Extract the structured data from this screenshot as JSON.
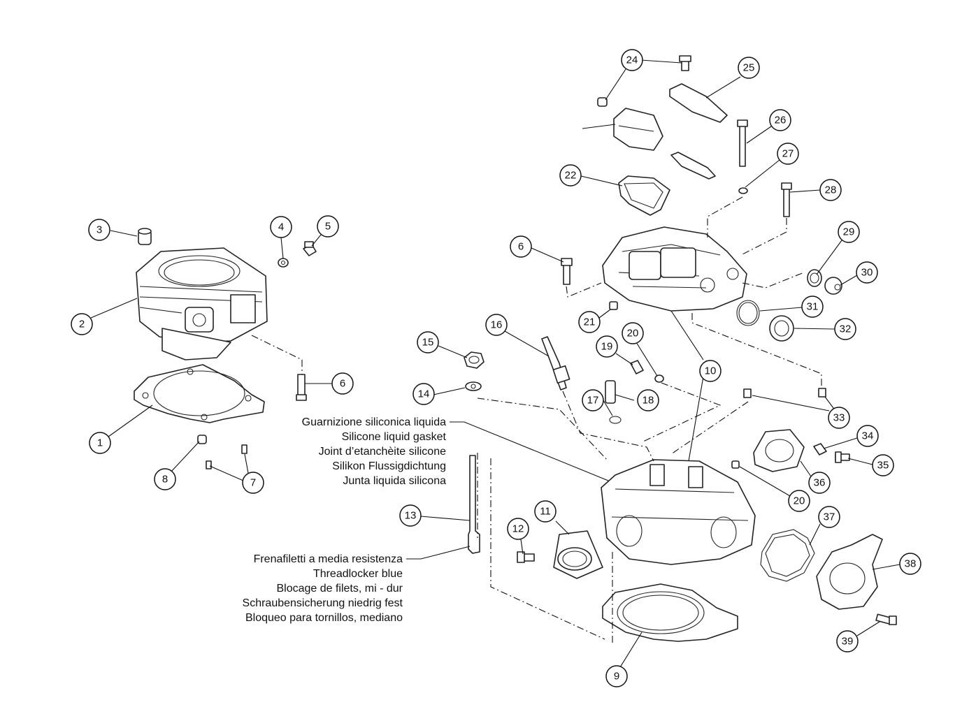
{
  "notes": {
    "silicone": [
      "Guarnizione siliconica liquida",
      "Silicone liquid gasket",
      "Joint d’etanchèite silicone",
      "Silikon Flussigdichtung",
      "Junta liquida silicona"
    ],
    "threadlocker": [
      "Frenafiletti a media resistenza",
      "Threadlocker blue",
      "Blocage de filets, mi - dur",
      "Schraubensicherung niedrig fest",
      "Bloqueo para tornillos, mediano"
    ]
  },
  "callouts": [
    "1",
    "2",
    "3",
    "4",
    "5",
    "6",
    "6",
    "7",
    "8",
    "9",
    "10",
    "11",
    "12",
    "13",
    "14",
    "15",
    "16",
    "17",
    "18",
    "19",
    "20",
    "20",
    "21",
    "22",
    "24",
    "25",
    "26",
    "27",
    "28",
    "29",
    "30",
    "31",
    "32",
    "33",
    "34",
    "35",
    "36",
    "37",
    "38",
    "39"
  ]
}
